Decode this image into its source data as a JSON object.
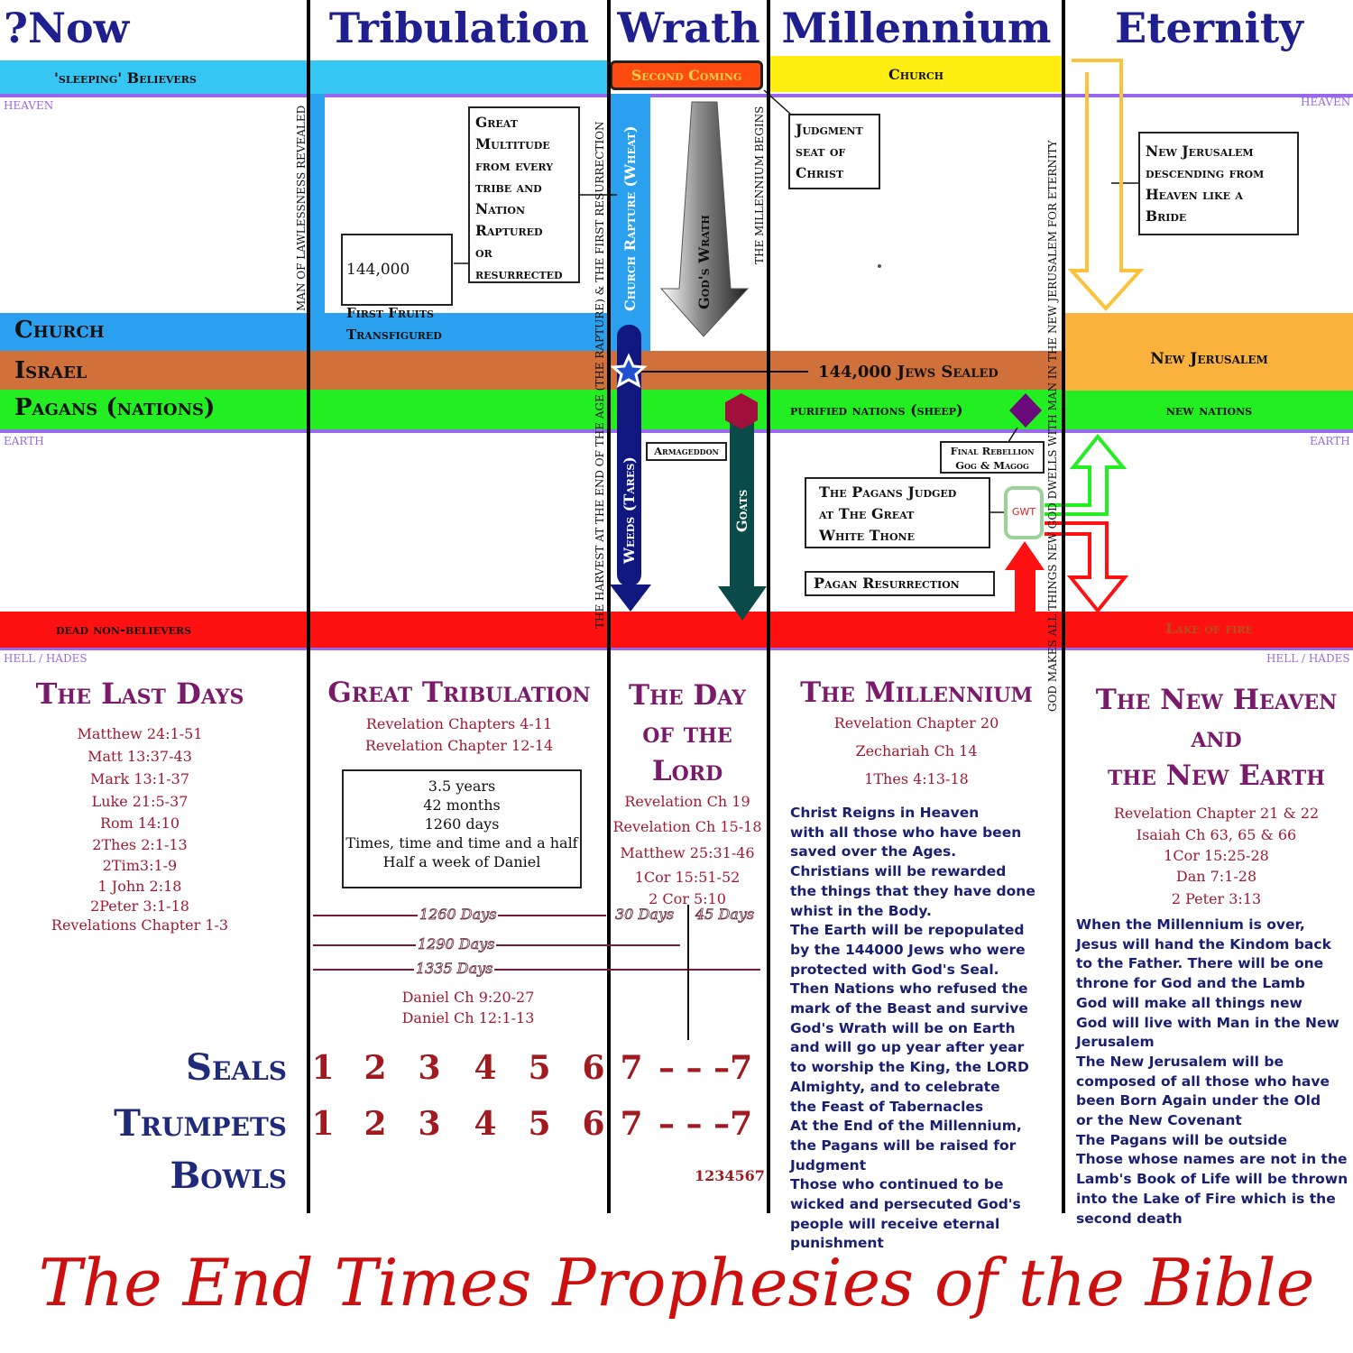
{
  "headers": [
    "?Now",
    "Tribulation",
    "Wrath",
    "Millennium",
    "Eternity"
  ],
  "bands": {
    "sleeping_believers": "'sleeping' Believers",
    "second_coming": "Second Coming",
    "church_top": "Church",
    "church": "Church",
    "israel": "Israel",
    "pagans": "Pagans (nations)",
    "jews_sealed": "144,000 Jews Sealed",
    "purified_nations": "purified nations (sheep)",
    "new_jerusalem": "New Jerusalem",
    "new_nations": "new nations",
    "dead_non_believers": "dead non-believers",
    "lake_of_fire": "Lake of fire"
  },
  "levels": {
    "heaven_left": "HEAVEN",
    "heaven_right": "HEAVEN",
    "earth_left": "EARTH",
    "earth_right": "EARTH",
    "hell_left": "HELL / HADES",
    "hell_right": "HELL / HADES"
  },
  "boxes": {
    "great_multitude": "Great\nMultitude\nfrom every\ntribe and\nNation\nRaptured\nor\nresurrected",
    "first_fruits_num": "144,000",
    "first_fruits": "First Fruits\nTransfigured",
    "judgment_seat": "Judgment\nseat of\nChrist",
    "new_jerusalem_descending": "New Jerusalem\ndescending from\nHeaven like a\nBride",
    "final_rebellion": "Final Rebellion\nGog & Magog",
    "pagans_judged": "The Pagans Judged\nat The Great\nWhite Thone",
    "pagan_resurrection": "Pagan Resurrection",
    "armageddon": "Armageddon",
    "gwt": "GWT"
  },
  "vertical_text": {
    "man_of_lawlessness": "MAN OF LAWLESSNESS REVEALED",
    "harvest": "THE HARVEST AT THE END OF THE AGE (THE RAPTURE)  &  THE FIRST RESURRECTION",
    "church_rapture": "Church Rapture (Wheat)",
    "gods_wrath": "God's Wrath",
    "weeds": "Weeds (Tares)",
    "goats": "Goats",
    "millennium_begins": "THE MILLENNIUM BEGINS",
    "god_dwells": "GOD MAKES ALL THINGS NEW    GOD DWELLS WITH MAN IN THE NEW JERUSALEM FOR ETERNITY"
  },
  "sections": {
    "last_days": {
      "title": "The Last Days",
      "refs": [
        "Matthew 24:1-51",
        "Matt 13:37-43",
        "Mark 13:1-37",
        "Luke 21:5-37",
        "Rom 14:10",
        "2Thes 2:1-13",
        "2Tim3:1-9",
        "1 John 2:18",
        "2Peter 3:1-18",
        "Revelations Chapter 1-3"
      ]
    },
    "great_tribulation": {
      "title": "Great Tribulation",
      "refs": [
        "Revelation Chapters 4-11",
        "Revelation Chapter 12-14"
      ],
      "duration": [
        "3.5 years",
        "42 months",
        "1260 days",
        "Times, time and time and a half",
        "Half a week of Daniel"
      ],
      "refs2": [
        "Daniel Ch 9:20-27",
        "Daniel Ch 12:1-13"
      ]
    },
    "day_of_lord": {
      "title": "The Day\nof the\nLord",
      "refs": [
        "Revelation Ch 19",
        "Revelation Ch 15-18",
        "Matthew 25:31-46",
        "1Cor 15:51-52",
        "2 Cor 5:10"
      ]
    },
    "millennium": {
      "title": "The Millennium",
      "refs": [
        "Revelation Chapter 20",
        "Zechariah Ch 14",
        "1Thes 4:13-18"
      ],
      "text": [
        "Christ Reigns in Heaven",
        "with all those who have been",
        "saved over the Ages.",
        "Christians will be rewarded",
        "the things that they have done",
        "whist in the Body.",
        "The Earth will be repopulated",
        "by the 144000 Jews who were",
        "protected with God's Seal.",
        "Then Nations who refused the",
        "mark of the Beast and survive",
        "God's Wrath will be on Earth",
        "and will go up year after year",
        "to worship the King, the LORD",
        "Almighty, and to celebrate",
        "the Feast of Tabernacles",
        "At the End of the Millennium,",
        "the Pagans will be raised for",
        "Judgment",
        "Those who continued to be",
        "wicked and persecuted God's",
        "people will receive eternal",
        "punishment"
      ]
    },
    "new_heaven": {
      "title": "The New Heaven\nand\nthe New Earth",
      "refs": [
        "Revelation Chapter 21 & 22",
        "Isaiah Ch 63, 65 & 66",
        "1Cor 15:25-28",
        "Dan 7:1-28",
        "2 Peter 3:13"
      ],
      "text": [
        "When the Millennium is over,",
        "Jesus will hand the Kindom back",
        "to the Father.  There will be one",
        "throne for God and the Lamb",
        "God will make all things new",
        "God will live with Man in the New",
        "Jerusalem",
        "The New Jerusalem will be",
        "composed of all those who have",
        "been Born Again under the Old",
        "or the New Covenant",
        "The Pagans will be outside",
        "Those whose names are not in the",
        "Lamb's  Book of Life will be thrown",
        "into the Lake of Fire which is the",
        "second death"
      ]
    }
  },
  "days": {
    "d1260": "1260 Days",
    "d1290": "1290 Days",
    "d1335": "1335 Days",
    "d30": "30 Days",
    "d45": "45 Days"
  },
  "rows": {
    "seals_label": "Seals",
    "trumpets_label": "Trumpets",
    "bowls_label": "Bowls",
    "seals": [
      "1",
      "2",
      "3",
      "4",
      "5",
      "6",
      "7",
      "– – –7"
    ],
    "trumpets": [
      "1",
      "2",
      "3",
      "4",
      "5",
      "6",
      "7",
      "– – –7"
    ],
    "bowls": "1234567"
  },
  "footer_title": "The End Times Prophesies of the Bible",
  "colors": {
    "cyan": "#36c6f4",
    "church_blue": "#2aa0ee",
    "israel": "#d0703a",
    "green": "#22ee22",
    "red": "#ff1111",
    "yellow": "#ffee11",
    "orange": "#fbb23c",
    "purple": "#9966ee",
    "navy": "#101880",
    "teal": "#0a4a48"
  }
}
